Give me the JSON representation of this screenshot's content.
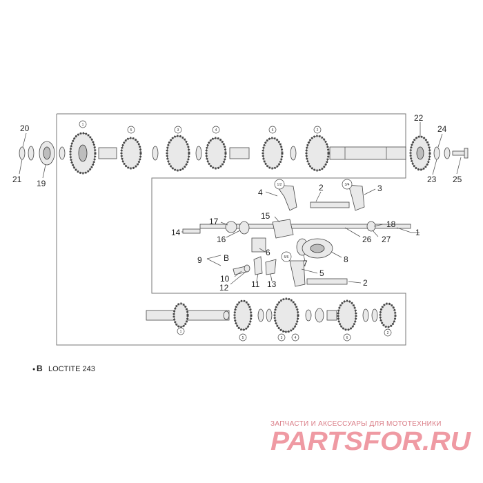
{
  "callouts": {
    "n1": "1",
    "n2a": "2",
    "n2b": "2",
    "n3": "3",
    "n4": "4",
    "n5": "5",
    "n6": "6",
    "n7": "7",
    "n8": "8",
    "n9": "9",
    "n10": "10",
    "n11": "11",
    "n12": "12",
    "n13": "13",
    "n14": "14",
    "n15": "15",
    "n16": "16",
    "n17": "17",
    "n18": "18",
    "n19": "19",
    "n20": "20",
    "n21": "21",
    "n22": "22",
    "n23": "23",
    "n24": "24",
    "n25": "25",
    "n26": "26",
    "n27": "27",
    "nB": "B"
  },
  "gear_marks": {
    "top": [
      "1",
      "5",
      "3",
      "4",
      "6",
      "2"
    ],
    "bottom": [
      "1",
      "5",
      "3",
      "4",
      "6",
      "2"
    ],
    "forks": [
      "1/2",
      "3/4",
      "5/6"
    ]
  },
  "legend": {
    "symbol": "B",
    "text": "LOCTITE 243"
  },
  "watermark": {
    "tagline": "ЗАПЧАСТИ И АКСЕССУАРЫ ДЛЯ МОТОТЕХНИКИ",
    "brand": "PARTSFOR.RU"
  }
}
